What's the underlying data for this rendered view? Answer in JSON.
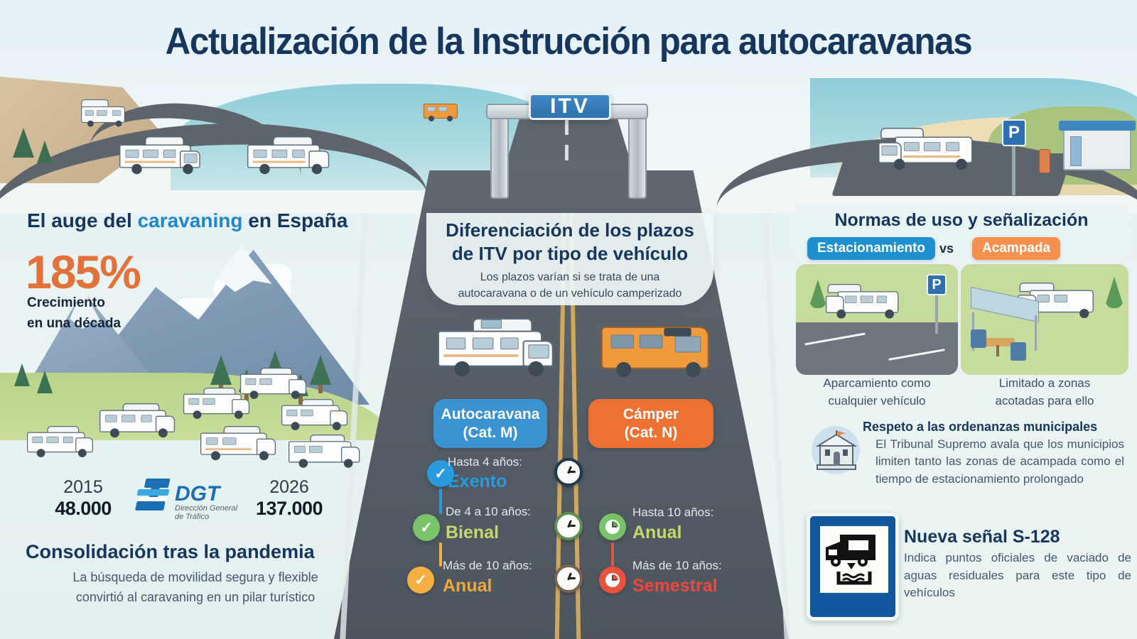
{
  "title": "Actualización de la Instrucción para autocaravanas",
  "gantry": {
    "sign_label": "ITV"
  },
  "left": {
    "heading_part1": "El auge del ",
    "heading_accent": "caravaning",
    "heading_part2": " en España",
    "big_number": "185%",
    "big_sub_line1": "Crecimiento",
    "big_sub_line2": "en una década",
    "stats": [
      {
        "year": "2015",
        "value": "48.000"
      },
      {
        "year": "2026",
        "value": "137.000"
      }
    ],
    "logo": {
      "acronym": "DGT",
      "line1": "Dirección General",
      "line2": "de Tráfico"
    },
    "bottom_heading": "Consolidación tras la pandemia",
    "bottom_sub_line1": "La búsqueda de movilidad segura y flexible",
    "bottom_sub_line2": "convirtió al caravaning en un pilar turístico"
  },
  "center": {
    "title_line1": "Diferenciación de los plazos",
    "title_line2": "de ITV por tipo de vehículo",
    "subtitle_line1": "Los plazos varían si se trata de una",
    "subtitle_line2": "autocaravana o de un vehículo camperizado",
    "columns": [
      {
        "badge_line1": "Autocaravana",
        "badge_line2": "(Cat. M)",
        "badge_color": "#3a92d0",
        "items": [
          {
            "label": "Hasta 4 años:",
            "value": "Exento",
            "color": "#2a9adf",
            "dot_color": "#2a9adf"
          },
          {
            "label": "De 4 a 10 años:",
            "value": "Bienal",
            "color": "#c9d66b",
            "dot_color": "#7ac36a"
          },
          {
            "label": "Más de 10 años:",
            "value": "Anual",
            "color": "#f0a73a",
            "dot_color": "#f5b041"
          }
        ]
      },
      {
        "badge_line1": "Cámper",
        "badge_line2": "(Cat. N)",
        "badge_color": "#ec7132",
        "items": [
          {
            "label": "Hasta 10 años:",
            "value": "Anual",
            "color": "#c9d66b",
            "dot_color": "#7ac36a"
          },
          {
            "label": "Más de 10 años:",
            "value": "Semestral",
            "color": "#f0473c",
            "dot_color": "#e8533f"
          }
        ]
      }
    ]
  },
  "right": {
    "title": "Normas de uso y señalización",
    "badge_parking": "Estacionamiento",
    "vs": "vs",
    "badge_camping": "Acampada",
    "caption_left_line1": "Aparcamiento como",
    "caption_left_line2": "cualquier vehículo",
    "caption_right_line1": "Limitado a zonas",
    "caption_right_line2": "acotadas para ello",
    "ordinances_title": "Respeto a las ordenanzas municipales",
    "ordinances_body": "El Tribunal Supremo avala que los municipios limiten tanto las zonas de acampada como el tiempo de estacionamiento prolongado",
    "sign_title": "Nueva señal S-128",
    "sign_body": "Indica puntos oficiales de vaciado de aguas residuales para este tipo de vehículos",
    "parking_sign_letter": "P"
  },
  "colors": {
    "navy": "#16365e",
    "blue": "#1f86c9",
    "orange": "#e2713a",
    "badge_blue": "#3a92d0",
    "badge_orange": "#ec7132",
    "green": "#7ac36a",
    "amber": "#f5b041",
    "red": "#e8533f",
    "sign_blue": "#12579d"
  }
}
